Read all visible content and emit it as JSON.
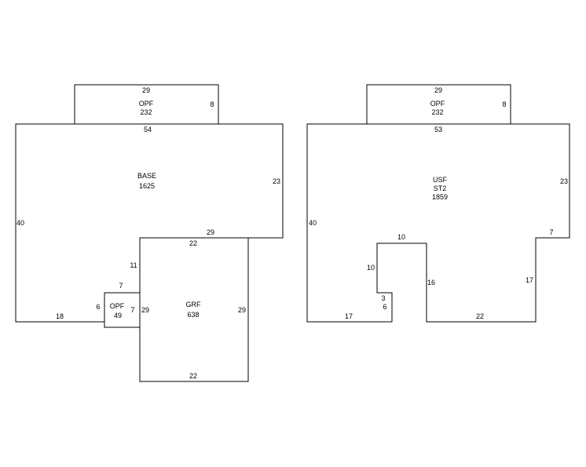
{
  "sketch_left": {
    "opf_top": {
      "label": "OPF",
      "area": "232",
      "dim_top": "29",
      "dim_right": "8"
    },
    "base": {
      "label": "BASE",
      "area": "1625",
      "dim_top": "54",
      "dim_right": "23",
      "dim_left": "40",
      "dim_bottom": "18",
      "dim_step_right": "29",
      "dim_inner_vertical": "11"
    },
    "grf": {
      "label": "GRF",
      "area": "638",
      "dim_top": "22",
      "dim_left": "29",
      "dim_right": "29",
      "dim_bottom": "22"
    },
    "opf_small": {
      "label": "OPF",
      "area": "49",
      "dim_top": "7",
      "dim_left": "6",
      "dim_right": "7"
    }
  },
  "sketch_right": {
    "opf_top": {
      "label": "OPF",
      "area": "232",
      "dim_top": "29",
      "dim_right": "8"
    },
    "usf": {
      "label": "USF",
      "sublabel": "ST2",
      "area": "1859",
      "dim_top": "53",
      "dim_right": "23",
      "dim_left": "40",
      "dim_bottom_left": "17",
      "dim_step_right": "7",
      "dim_right_lower": "17",
      "dim_bottom_right": "22",
      "dim_notch_top": "10",
      "dim_notch_left": "10",
      "dim_notch_right": "16",
      "dim_notch_small_v": "3",
      "dim_notch_small_h": "6"
    }
  }
}
